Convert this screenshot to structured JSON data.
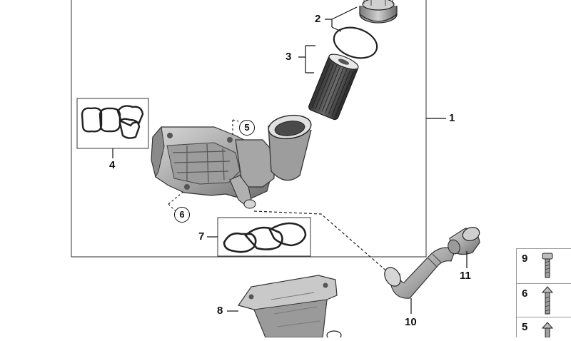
{
  "diagram": {
    "callouts": [
      {
        "id": "1",
        "label": "1"
      },
      {
        "id": "2",
        "label": "2"
      },
      {
        "id": "3",
        "label": "3"
      },
      {
        "id": "4",
        "label": "4"
      },
      {
        "id": "5",
        "label": "5"
      },
      {
        "id": "6",
        "label": "6"
      },
      {
        "id": "7",
        "label": "7"
      },
      {
        "id": "8",
        "label": "8"
      },
      {
        "id": "10",
        "label": "10"
      },
      {
        "id": "11",
        "label": "11"
      }
    ],
    "legend": [
      {
        "label": "9",
        "icon": "screw-icon"
      },
      {
        "label": "6",
        "icon": "bolt-icon"
      },
      {
        "label": "5",
        "icon": "stud-icon"
      }
    ],
    "colors": {
      "line": "#111111",
      "part_fill": "#bdbdbd",
      "part_dark": "#5a5a5a",
      "frame": "#555555"
    }
  }
}
